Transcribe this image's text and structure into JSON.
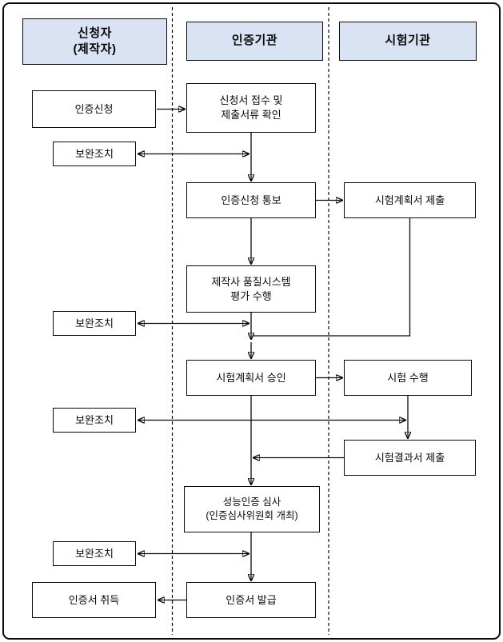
{
  "colors": {
    "header_fill": "#dae3f3",
    "box_fill": "#ffffff",
    "border": "#0a0a0a"
  },
  "lanes": {
    "applicant": "신청자\n(제작자)",
    "cert_body": "인증기관",
    "test_body": "시험기관"
  },
  "nodes": {
    "apply": "인증신청",
    "receive_check": "신청서 접수 및\n제출서류 확인",
    "supplement1": "보완조치",
    "notify": "인증신청 통보",
    "test_plan_submit": "시험계획서 제출",
    "quality_eval": "제작사 품질시스템\n평가 수행",
    "supplement2": "보완조치",
    "test_plan_approve": "시험계획서 승인",
    "test_perform": "시험 수행",
    "supplement3": "보완조치",
    "test_result_submit": "시험결과서 제출",
    "performance_review": "성능인증 심사\n(인증심사위원회 개최)",
    "supplement4": "보완조치",
    "cert_issue": "인증서 발급",
    "cert_obtain": "인증서 취득"
  }
}
